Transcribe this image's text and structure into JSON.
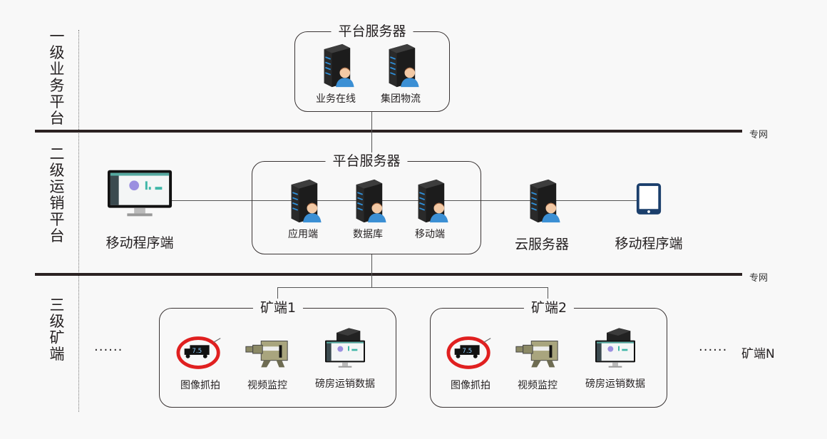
{
  "tiers": [
    {
      "label": "一级业务平台"
    },
    {
      "label": "二级运销平台"
    },
    {
      "label": "三级矿端"
    }
  ],
  "networks": [
    {
      "label": "专网"
    },
    {
      "label": "专网"
    }
  ],
  "tier1": {
    "box_title": "平台服务器",
    "nodes": [
      {
        "label": "业务在线",
        "icon": "server-user-icon"
      },
      {
        "label": "集团物流",
        "icon": "server-user-icon"
      }
    ]
  },
  "tier2": {
    "box_title": "平台服务器",
    "left_client": {
      "label": "移动程序端",
      "icon": "monitor-icon"
    },
    "nodes": [
      {
        "label": "应用端",
        "icon": "server-user-icon"
      },
      {
        "label": "数据库",
        "icon": "server-user-icon"
      },
      {
        "label": "移动端",
        "icon": "server-user-icon"
      }
    ],
    "cloud": {
      "label": "云服务器",
      "icon": "server-user-icon"
    },
    "right_client": {
      "label": "移动程序端",
      "icon": "tablet-icon"
    }
  },
  "tier3": {
    "mines": [
      {
        "title": "矿端1",
        "items": [
          {
            "label": "图像抓拍",
            "icon": "truck-capture-icon",
            "sign_text": "7.5"
          },
          {
            "label": "视频监控",
            "icon": "video-camera-icon"
          },
          {
            "label": "磅房运销数据",
            "icon": "server-monitor-icon"
          }
        ]
      },
      {
        "title": "矿端2",
        "items": [
          {
            "label": "图像抓拍",
            "icon": "truck-capture-icon",
            "sign_text": "7.5"
          },
          {
            "label": "视频监控",
            "icon": "video-camera-icon"
          },
          {
            "label": "磅房运销数据",
            "icon": "server-monitor-icon"
          }
        ]
      }
    ],
    "left_ellipsis": "······",
    "right_ellipsis": "······",
    "last_mine": "矿端N"
  }
}
